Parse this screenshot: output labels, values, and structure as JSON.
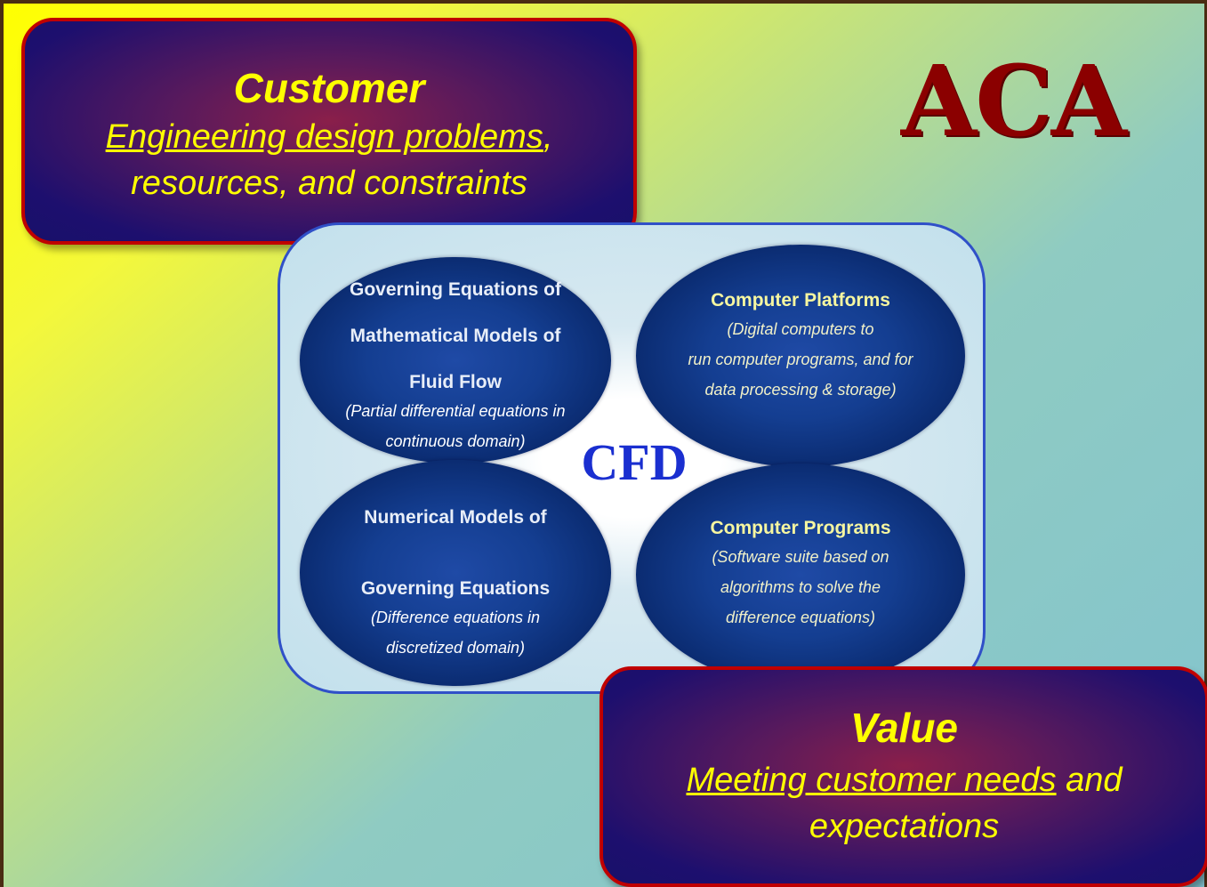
{
  "customer": {
    "title": "Customer",
    "body_link": "Engineering design problems",
    "body_sep": ",",
    "body_rest": "resources, and constraints"
  },
  "logo": {
    "text": "ACA"
  },
  "cfd": {
    "center_label": "CFD",
    "governing": {
      "heading_lines": [
        "Governing Equations of",
        "Mathematical Models of",
        "Fluid Flow"
      ],
      "sub_lines": [
        "(Partial differential equations in",
        "continuous domain)"
      ]
    },
    "platforms": {
      "heading_lines": [
        "Computer Platforms"
      ],
      "sub_lines": [
        "(Digital computers to",
        "run computer programs, and for",
        "data processing & storage)"
      ]
    },
    "numerical": {
      "heading_lines": [
        "Numerical Models of",
        "Governing Equations"
      ],
      "sub_lines": [
        "(Difference equations in",
        "discretized domain)"
      ]
    },
    "programs": {
      "heading_lines": [
        "Computer Programs"
      ],
      "sub_lines": [
        "(Software suite based on",
        "algorithms to solve the",
        "difference equations)"
      ]
    }
  },
  "value": {
    "title": "Value",
    "body_link": "Meeting customer needs",
    "body_rest_1": " and",
    "body_rest_2": "expectations"
  },
  "colors": {
    "callout_border": "#c00000",
    "callout_text": "#ffff00",
    "logo": "#8b0000",
    "cfd_label": "#1a2fd0",
    "oval": "#0b2c72"
  }
}
